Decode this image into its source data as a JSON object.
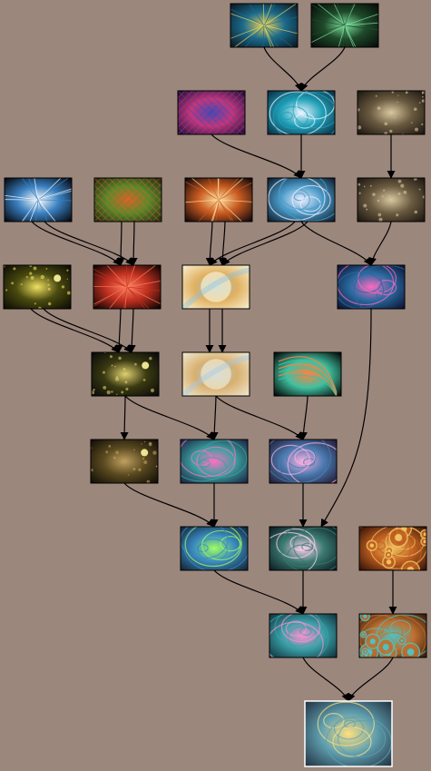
{
  "diagram": {
    "kind": "fractal-flame-breeding-graph",
    "background": "#9c877d",
    "edge_color": "#000000",
    "nodes": [
      {
        "id": "n1",
        "texture": "rays",
        "c1": "#1b6a8a",
        "c2": "#e8d35a",
        "c3": "#0a1420"
      },
      {
        "id": "n2",
        "texture": "rays",
        "c1": "#1f4a2a",
        "c2": "#7fe0a0",
        "c3": "#050a08"
      },
      {
        "id": "n3",
        "texture": "grid",
        "c1": "#c4367a",
        "c2": "#3a4ab8",
        "c3": "#1a0a30"
      },
      {
        "id": "n4",
        "texture": "swirl",
        "c1": "#1fa0b8",
        "c2": "#e8f4ff",
        "c3": "#0a2a40"
      },
      {
        "id": "n5",
        "texture": "dots",
        "c1": "#6a5a40",
        "c2": "#d8c8a0",
        "c3": "#1a1510"
      },
      {
        "id": "n6",
        "texture": "burst",
        "c1": "#3a80c0",
        "c2": "#ffffff",
        "c3": "#02040a"
      },
      {
        "id": "n7",
        "texture": "grid",
        "c1": "#5a8a2a",
        "c2": "#e0602a",
        "c3": "#2a2010"
      },
      {
        "id": "n8",
        "texture": "burst",
        "c1": "#c85a20",
        "c2": "#ffe0a0",
        "c3": "#08030a"
      },
      {
        "id": "n9",
        "texture": "bubble",
        "c1": "#4a9ac8",
        "c2": "#f0f0ff",
        "c3": "#0a1a2a"
      },
      {
        "id": "n10",
        "texture": "dots",
        "c1": "#6a5a40",
        "c2": "#d8c8a0",
        "c3": "#1a1510"
      },
      {
        "id": "n11",
        "texture": "glow",
        "c1": "#4a4a10",
        "c2": "#f0e060",
        "c3": "#0a0a04"
      },
      {
        "id": "n12",
        "texture": "burst",
        "c1": "#c03020",
        "c2": "#ff8060",
        "c3": "#050202"
      },
      {
        "id": "n13",
        "texture": "soft",
        "c1": "#e0b060",
        "c2": "#8ac0e0",
        "c3": "#f8f0d0"
      },
      {
        "id": "n14",
        "texture": "swirl",
        "c1": "#2a6aa0",
        "c2": "#ff6ac0",
        "c3": "#0a1030"
      },
      {
        "id": "n15",
        "texture": "glow",
        "c1": "#3a3a12",
        "c2": "#e0d070",
        "c3": "#08080a"
      },
      {
        "id": "n16",
        "texture": "soft",
        "c1": "#d8b070",
        "c2": "#a0c8e8",
        "c3": "#f0e8d0"
      },
      {
        "id": "n17",
        "texture": "lines",
        "c1": "#40c0a0",
        "c2": "#ff8040",
        "c3": "#000000"
      },
      {
        "id": "n18",
        "texture": "glow",
        "c1": "#5a4a20",
        "c2": "#c0a060",
        "c3": "#100c06"
      },
      {
        "id": "n19",
        "texture": "swirl",
        "c1": "#3aa0a0",
        "c2": "#ff70c0",
        "c3": "#1a2040"
      },
      {
        "id": "n20",
        "texture": "swirl",
        "c1": "#4a7ab0",
        "c2": "#ffb0e0",
        "c3": "#201830"
      },
      {
        "id": "n21",
        "texture": "swirl",
        "c1": "#3a8ac0",
        "c2": "#a0ff60",
        "c3": "#102030"
      },
      {
        "id": "n22",
        "texture": "bubble",
        "c1": "#3a7a70",
        "c2": "#ffd0f0",
        "c3": "#0a1a20"
      },
      {
        "id": "n23",
        "texture": "fractal",
        "c1": "#c06020",
        "c2": "#f0c060",
        "c3": "#301008"
      },
      {
        "id": "n24",
        "texture": "bubble",
        "c1": "#3aa0a8",
        "c2": "#ff90d0",
        "c3": "#10303a"
      },
      {
        "id": "n25",
        "texture": "fractal",
        "c1": "#c07030",
        "c2": "#50c0c0",
        "c3": "#301808"
      },
      {
        "id": "n26",
        "texture": "bubble",
        "c1": "#60a0b0",
        "c2": "#ffe080",
        "c3": "#203040",
        "final": true
      }
    ],
    "edges": [
      [
        "n1",
        "n4"
      ],
      [
        "n2",
        "n4"
      ],
      [
        "n3",
        "n9"
      ],
      [
        "n4",
        "n9"
      ],
      [
        "n5",
        "n10"
      ],
      [
        "n6",
        "n12"
      ],
      [
        "n6",
        "n12"
      ],
      [
        "n7",
        "n12"
      ],
      [
        "n7",
        "n12"
      ],
      [
        "n8",
        "n13"
      ],
      [
        "n8",
        "n13"
      ],
      [
        "n9",
        "n13"
      ],
      [
        "n9",
        "n13"
      ],
      [
        "n9",
        "n14"
      ],
      [
        "n10",
        "n14"
      ],
      [
        "n11",
        "n15"
      ],
      [
        "n11",
        "n15"
      ],
      [
        "n12",
        "n15"
      ],
      [
        "n12",
        "n15"
      ],
      [
        "n13",
        "n16"
      ],
      [
        "n13",
        "n16"
      ],
      [
        "n15",
        "n18"
      ],
      [
        "n15",
        "n19"
      ],
      [
        "n16",
        "n19"
      ],
      [
        "n16",
        "n20"
      ],
      [
        "n17",
        "n20"
      ],
      [
        "n18",
        "n21"
      ],
      [
        "n19",
        "n21"
      ],
      [
        "n20",
        "n22"
      ],
      [
        "n14",
        "n22"
      ],
      [
        "n23",
        "n25"
      ],
      [
        "n21",
        "n24"
      ],
      [
        "n22",
        "n24"
      ],
      [
        "n24",
        "n26"
      ],
      [
        "n25",
        "n26"
      ]
    ]
  }
}
